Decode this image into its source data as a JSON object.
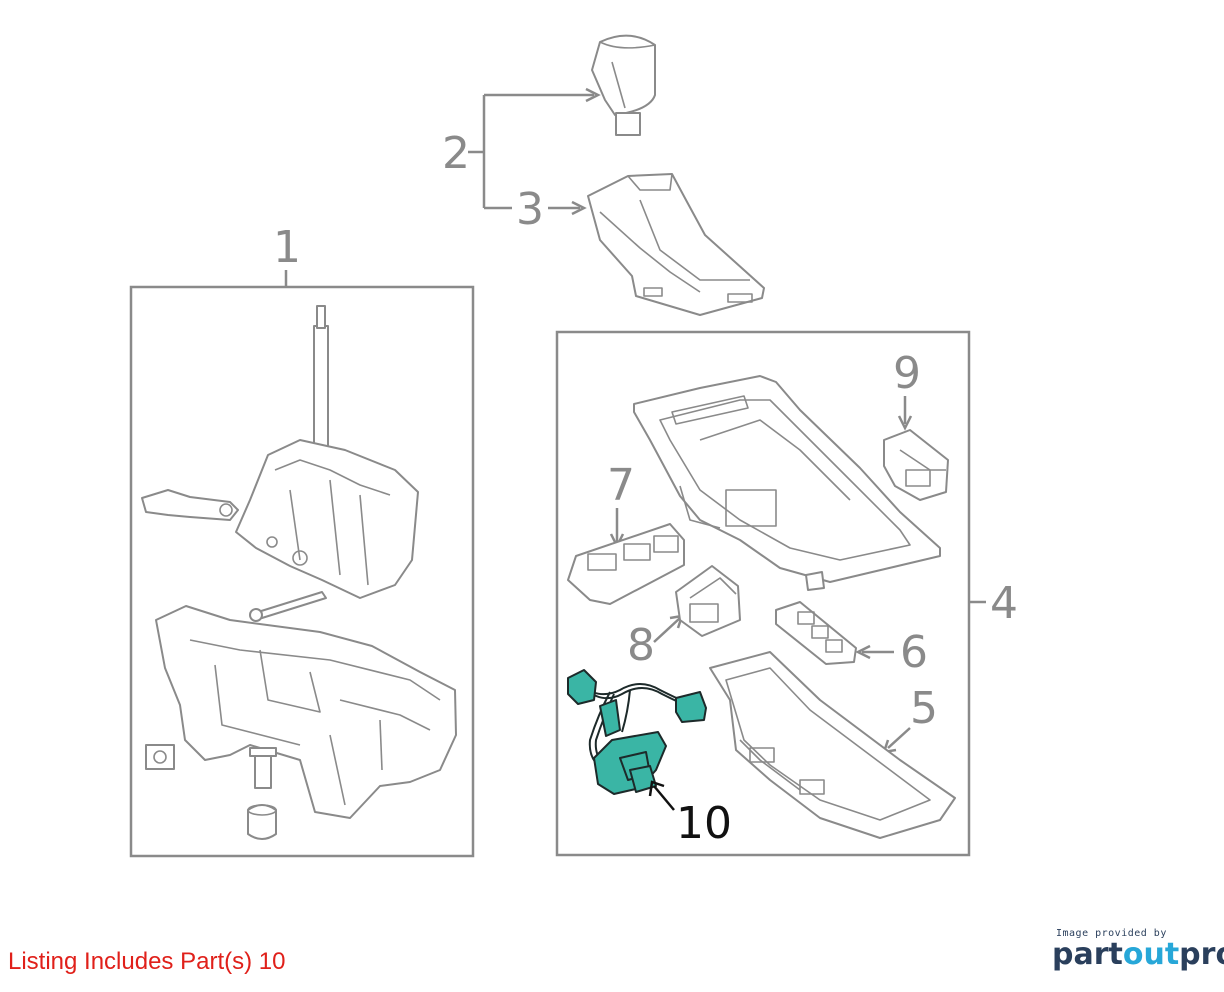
{
  "callouts": {
    "c1": "1",
    "c2": "2",
    "c3": "3",
    "c4": "4",
    "c5": "5",
    "c6": "6",
    "c7": "7",
    "c8": "8",
    "c9": "9",
    "c10": "10"
  },
  "listing_note": "Listing Includes Part(s)  10",
  "credit": {
    "small": "Image provided by",
    "brand_a": "part",
    "brand_b": "out",
    "brand_c": "pro"
  },
  "colors": {
    "highlight_part": "#3ab5a5",
    "line_art": "#8a8a8a",
    "listing_note": "#e0201a",
    "brand_dark": "#2a3f5c",
    "brand_accent": "#27a7d8"
  },
  "highlighted_part": "10"
}
